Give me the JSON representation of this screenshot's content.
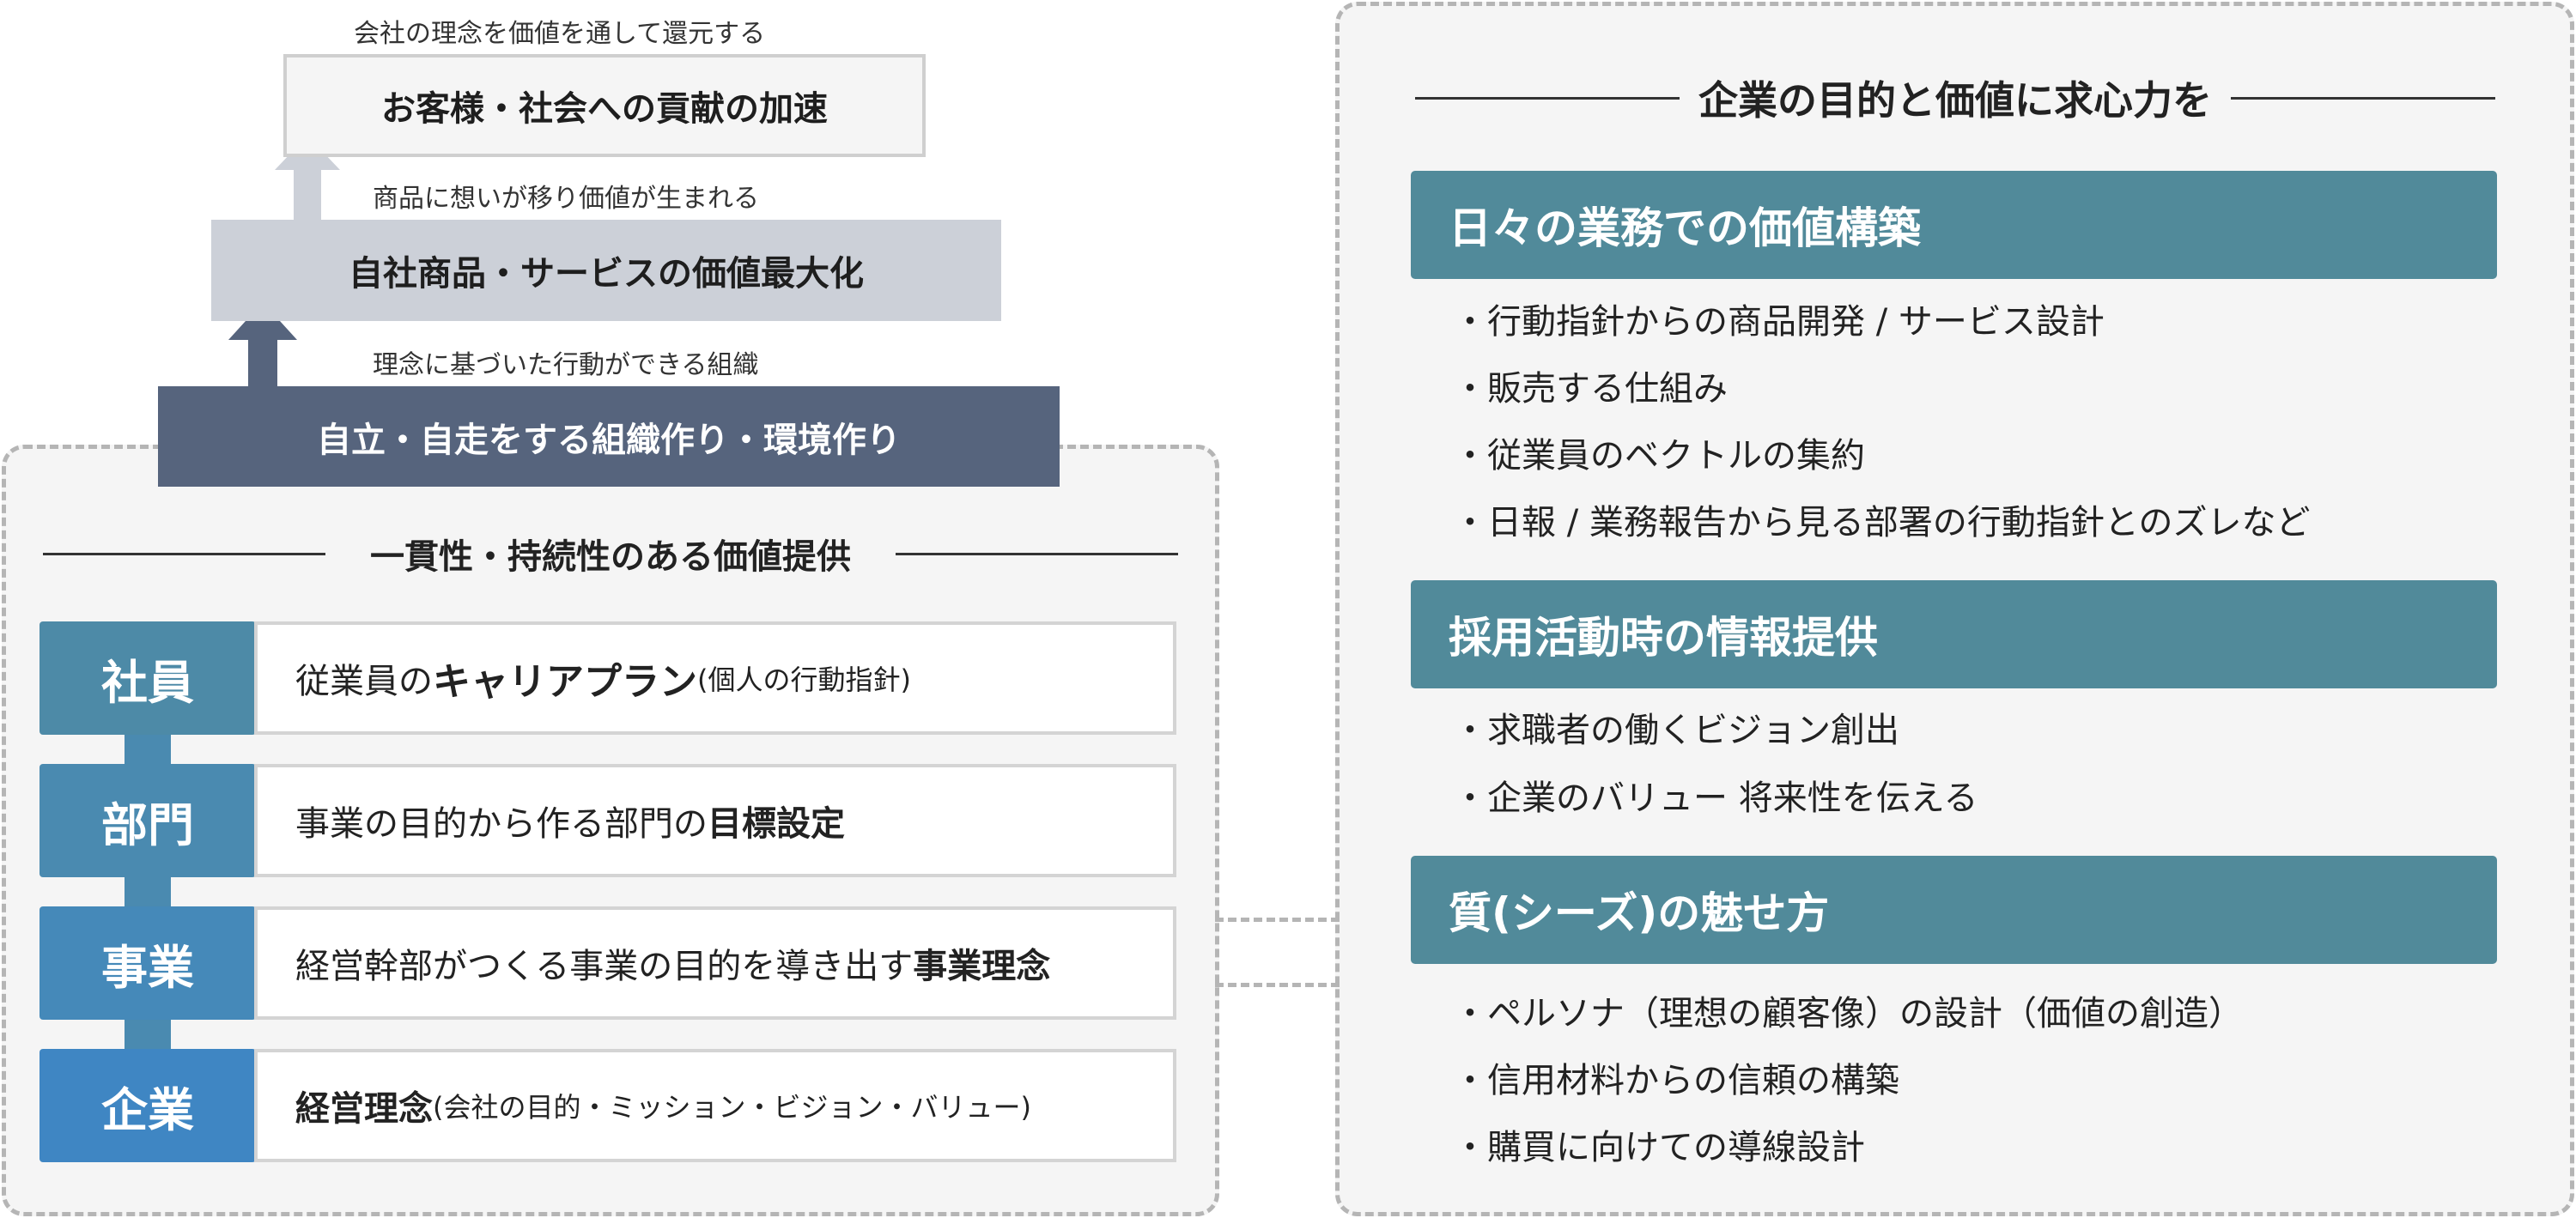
{
  "pyramid": {
    "note_top": "会社の理念を価値を通して還元する",
    "tier_top": "お客様・社会への貢献の加速",
    "note_mid": "商品に想いが移り価値が生まれる",
    "tier_mid": "自社商品・サービスの価値最大化",
    "note_bot": "理念に基づいた行動ができる組織",
    "tier_bot": "自立・自走をする組織作り・環境作り"
  },
  "left_panel": {
    "heading": "一貫性・持続性のある価値提供",
    "rows": [
      {
        "label": "社員",
        "color": "#4d8aa7",
        "pre": "従業員の",
        "bold": "キャリアプラン",
        "post": " (個人の行動指針)"
      },
      {
        "label": "部門",
        "color": "#4a8ab0",
        "pre": "事業の目的から作る部門の",
        "bold": "目標設定",
        "post": ""
      },
      {
        "label": "事業",
        "color": "#4589b9",
        "pre": "経営幹部がつくる事業の目的を導き出す",
        "bold": "事業理念",
        "post": ""
      },
      {
        "label": "企業",
        "color": "#3f86c3",
        "pre": "",
        "bold": "経営理念",
        "post": " (会社の目的・ミッション・ビジョン・バリュー)"
      }
    ]
  },
  "right_panel": {
    "heading": "企業の目的と価値に求心力を",
    "sections": [
      {
        "title": "日々の業務での価値構築",
        "items": [
          "・行動指針からの商品開発 / サービス設計",
          "・販売する仕組み",
          "・従業員のベクトルの集約",
          "・日報 / 業務報告から見る部署の行動指針とのズレなど"
        ]
      },
      {
        "title": "採用活動時の情報提供",
        "items": [
          "・求職者の働くビジョン創出",
          "・企業のバリュー 将来性を伝える"
        ]
      },
      {
        "title": "質(シーズ)の魅せ方",
        "items": [
          "・ペルソナ（理想の顧客像）の設計（価値の創造）",
          "・信用材料からの信頼の構築",
          "・購買に向けての導線設計"
        ]
      }
    ]
  },
  "colors": {
    "arrow_light": "#ccd0d8",
    "arrow_dark": "#56647d",
    "connector": "#4d8aa7",
    "bar": "#518a9a"
  }
}
